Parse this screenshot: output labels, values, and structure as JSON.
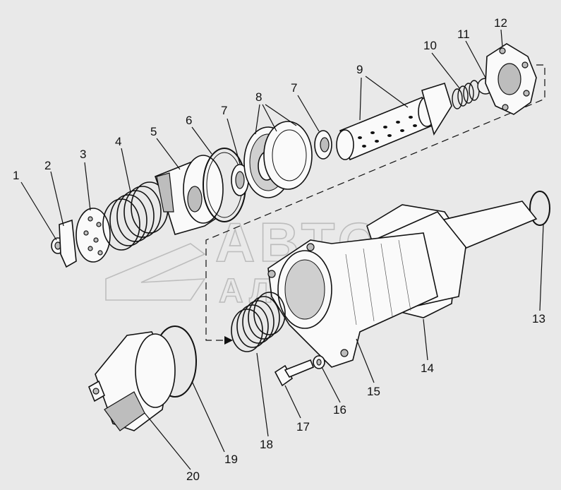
{
  "diagram": {
    "watermark_lines": [
      "АВТО",
      "АЛЬЯНС"
    ],
    "callouts": [
      {
        "id": "1",
        "label": "1"
      },
      {
        "id": "2",
        "label": "2"
      },
      {
        "id": "3",
        "label": "3"
      },
      {
        "id": "4",
        "label": "4"
      },
      {
        "id": "5",
        "label": "5"
      },
      {
        "id": "6",
        "label": "6"
      },
      {
        "id": "7a",
        "label": "7"
      },
      {
        "id": "8",
        "label": "8"
      },
      {
        "id": "7b",
        "label": "7"
      },
      {
        "id": "9",
        "label": "9"
      },
      {
        "id": "10",
        "label": "10"
      },
      {
        "id": "11",
        "label": "11"
      },
      {
        "id": "12",
        "label": "12"
      },
      {
        "id": "13",
        "label": "13"
      },
      {
        "id": "14",
        "label": "14"
      },
      {
        "id": "15",
        "label": "15"
      },
      {
        "id": "16",
        "label": "16"
      },
      {
        "id": "17",
        "label": "17"
      },
      {
        "id": "18",
        "label": "18"
      },
      {
        "id": "19",
        "label": "19"
      },
      {
        "id": "20",
        "label": "20"
      }
    ]
  }
}
